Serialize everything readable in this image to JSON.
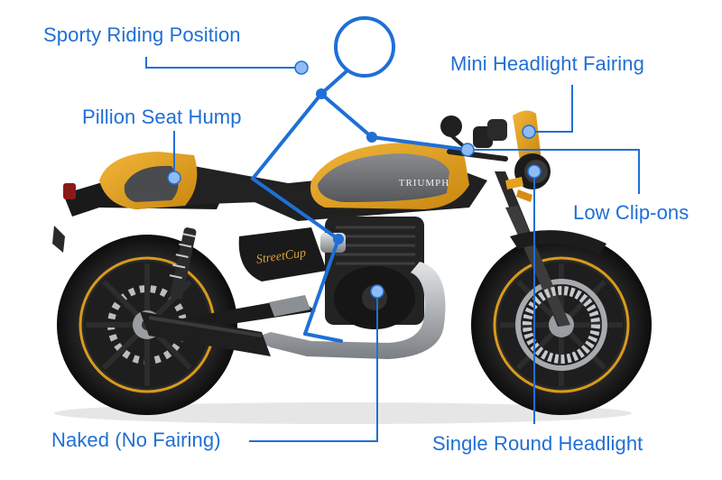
{
  "callouts": {
    "sporty_riding_position": "Sporty Riding Position",
    "pillion_seat_hump": "Pillion Seat Hump",
    "mini_headlight_fairing": "Mini Headlight Fairing",
    "low_clip_ons": "Low Clip-ons",
    "naked_no_fairing": "Naked (No Fairing)",
    "single_round_headlight": "Single Round Headlight"
  },
  "tank_brand": "TRIUMPH",
  "side_panel_badge": "StreetCup",
  "colors": {
    "accent_blue": "#1f6fd6",
    "tank_gray": "#6d6f72",
    "tank_yellow": "#e4a21c",
    "wheel_rim_stripe": "#d99a1a",
    "frame_black": "#1b1b1b",
    "chrome": "#b9bcc0"
  }
}
